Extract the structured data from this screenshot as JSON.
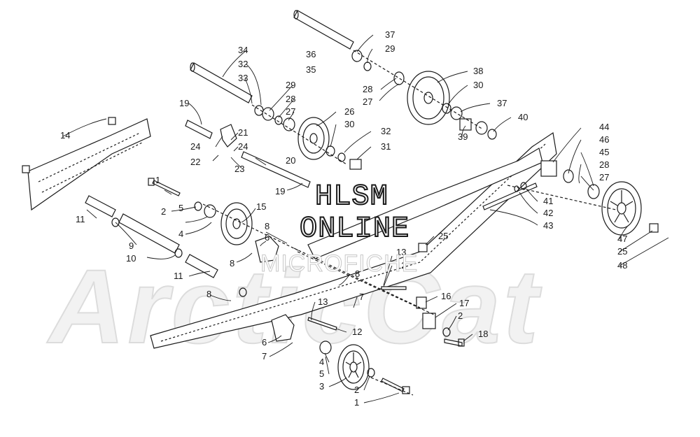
{
  "watermark": {
    "brand": "ArcticCat",
    "line1": "HLSM",
    "line2": "ONLINE",
    "line3": "MICROFICHE"
  },
  "callouts": [
    {
      "n": "1"
    },
    {
      "n": "2"
    },
    {
      "n": "5"
    },
    {
      "n": "4"
    },
    {
      "n": "15"
    },
    {
      "n": "6"
    },
    {
      "n": "8"
    },
    {
      "n": "8"
    },
    {
      "n": "11"
    },
    {
      "n": "9"
    },
    {
      "n": "10"
    },
    {
      "n": "11"
    },
    {
      "n": "8"
    },
    {
      "n": "14"
    },
    {
      "n": "19"
    },
    {
      "n": "24"
    },
    {
      "n": "22"
    },
    {
      "n": "21"
    },
    {
      "n": "24"
    },
    {
      "n": "23"
    },
    {
      "n": "20"
    },
    {
      "n": "19"
    },
    {
      "n": "34"
    },
    {
      "n": "32"
    },
    {
      "n": "33"
    },
    {
      "n": "29"
    },
    {
      "n": "28"
    },
    {
      "n": "27"
    },
    {
      "n": "26"
    },
    {
      "n": "30"
    },
    {
      "n": "32"
    },
    {
      "n": "31"
    },
    {
      "n": "36"
    },
    {
      "n": "35"
    },
    {
      "n": "37"
    },
    {
      "n": "29"
    },
    {
      "n": "28"
    },
    {
      "n": "27"
    },
    {
      "n": "38"
    },
    {
      "n": "30"
    },
    {
      "n": "37"
    },
    {
      "n": "39"
    },
    {
      "n": "40"
    },
    {
      "n": "44"
    },
    {
      "n": "46"
    },
    {
      "n": "45"
    },
    {
      "n": "28"
    },
    {
      "n": "27"
    },
    {
      "n": "41"
    },
    {
      "n": "42"
    },
    {
      "n": "43"
    },
    {
      "n": "47"
    },
    {
      "n": "25"
    },
    {
      "n": "48"
    },
    {
      "n": "25"
    },
    {
      "n": "13"
    },
    {
      "n": "12"
    },
    {
      "n": "8"
    },
    {
      "n": "16"
    },
    {
      "n": "17"
    },
    {
      "n": "2"
    },
    {
      "n": "18"
    },
    {
      "n": "7"
    },
    {
      "n": "13"
    },
    {
      "n": "12"
    },
    {
      "n": "6"
    },
    {
      "n": "7"
    },
    {
      "n": "4"
    },
    {
      "n": "5"
    },
    {
      "n": "3"
    },
    {
      "n": "2"
    },
    {
      "n": "1"
    }
  ]
}
